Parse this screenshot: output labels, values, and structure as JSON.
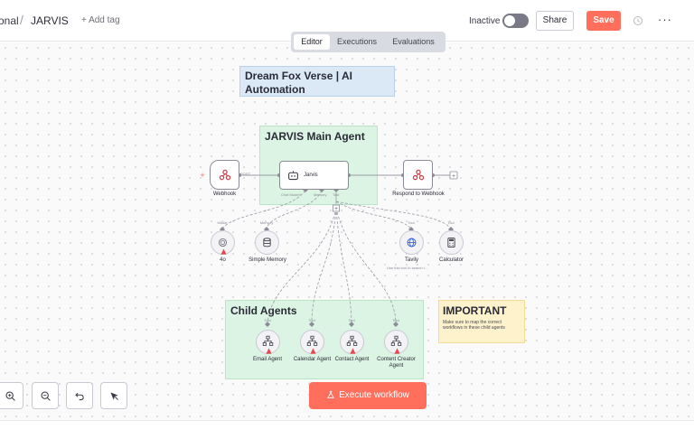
{
  "header": {
    "project_fragment": "onal",
    "separator": "/",
    "workflow_name": "JARVIS",
    "add_tag": "+ Add tag",
    "status_label": "Inactive",
    "share_label": "Share",
    "save_label": "Save"
  },
  "tabs": [
    {
      "label": "Editor",
      "active": true
    },
    {
      "label": "Executions",
      "active": false
    },
    {
      "label": "Evaluations",
      "active": false
    }
  ],
  "stickies": {
    "title": "Dream Fox Verse | AI Automation",
    "main_agent": "JARVIS Main Agent",
    "child_agents": "Child Agents",
    "important_heading": "IMPORTANT",
    "important_body": "Make sure to map the correct workflows in these child agents"
  },
  "nodes": {
    "webhook": {
      "label": "Webhook",
      "port": "POST"
    },
    "jarvis": {
      "label": "Jarvis"
    },
    "respond": {
      "label": "Respond to Webhook"
    },
    "ports": {
      "chat_model": "Chat Model*",
      "memory": "Memory",
      "tool": "Tool"
    },
    "model_4o": {
      "label": "4o",
      "port": "Model"
    },
    "memory": {
      "label": "Simple Memory",
      "port": "Memory"
    },
    "tavily": {
      "label": "Tavily",
      "port": "Tool",
      "note": "Use this tool to search t..."
    },
    "calculator": {
      "label": "Calculator",
      "port": "Tool"
    },
    "email_agent": {
      "label": "Email Agent",
      "port": "Tool"
    },
    "calendar_agent": {
      "label": "Calendar Agent",
      "port": "Tool"
    },
    "contact_agent": {
      "label": "Contact Agent",
      "port": "Tool"
    },
    "content_agent": {
      "label": "Content Creator Agent",
      "port": "Tool"
    }
  },
  "execute_label": "Execute workflow",
  "colors": {
    "accent": "#ff6f5c",
    "warning": "#e5484d",
    "sticky_green": "#dcf4e3",
    "sticky_blue": "#dbe9f7",
    "sticky_yellow": "#fdf2cc"
  }
}
